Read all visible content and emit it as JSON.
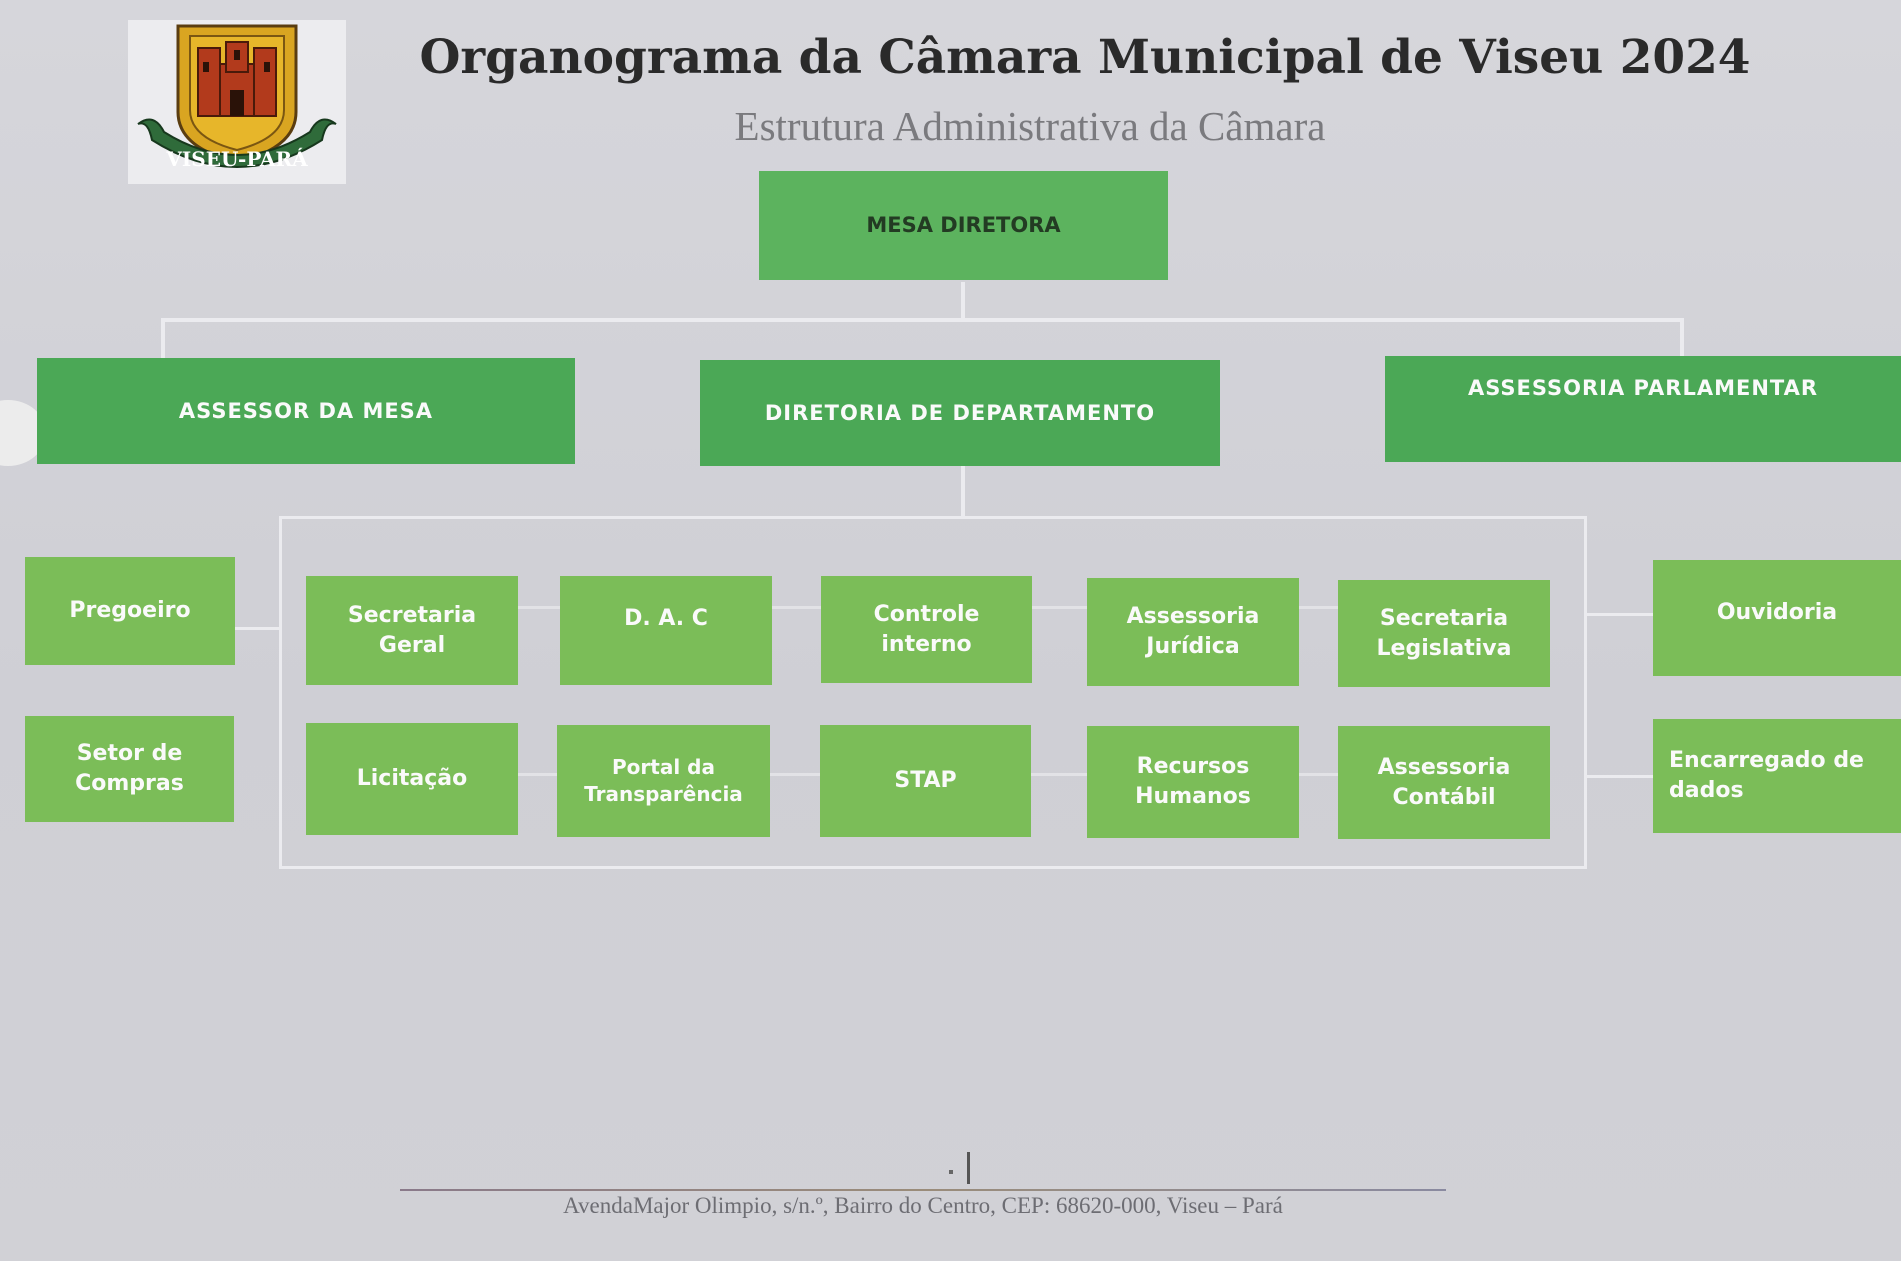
{
  "header": {
    "title": "Organograma da Câmara Municipal de Viseu 2024",
    "subtitle": "Estrutura Administrativa da Câmara",
    "logo_text": "VISEU-PARÁ"
  },
  "org": {
    "root": "MESA DIRETORA",
    "level2": {
      "left": "ASSESSOR DA MESA",
      "center": "DIRETORIA DE DEPARTAMENTO",
      "right": "ASSESSORIA PARLAMENTAR"
    },
    "left_column": [
      "Pregoeiro",
      "Setor de Compras"
    ],
    "center_row1": [
      "Secretaria Geral",
      "D. A. C",
      "Controle interno",
      "Assessoria Jurídica",
      "Secretaria Legislativa"
    ],
    "center_row2": [
      "Licitação",
      "Portal da Transparência",
      "STAP",
      "Recursos Humanos",
      "Assessoria Contábil"
    ],
    "right_column": [
      "Ouvidoria",
      "Encarregado de dados"
    ]
  },
  "footer": {
    "address": "AvendaMajor Olimpio, s/n.º,  Bairro do Centro, CEP: 68620-000, Viseu – Pará"
  },
  "colors": {
    "top_box": "#5cb35e",
    "level2_box": "#4ba856",
    "leaf_box": "#7bbd58",
    "background": "#d3d3d8",
    "connector": "#ebebef"
  }
}
